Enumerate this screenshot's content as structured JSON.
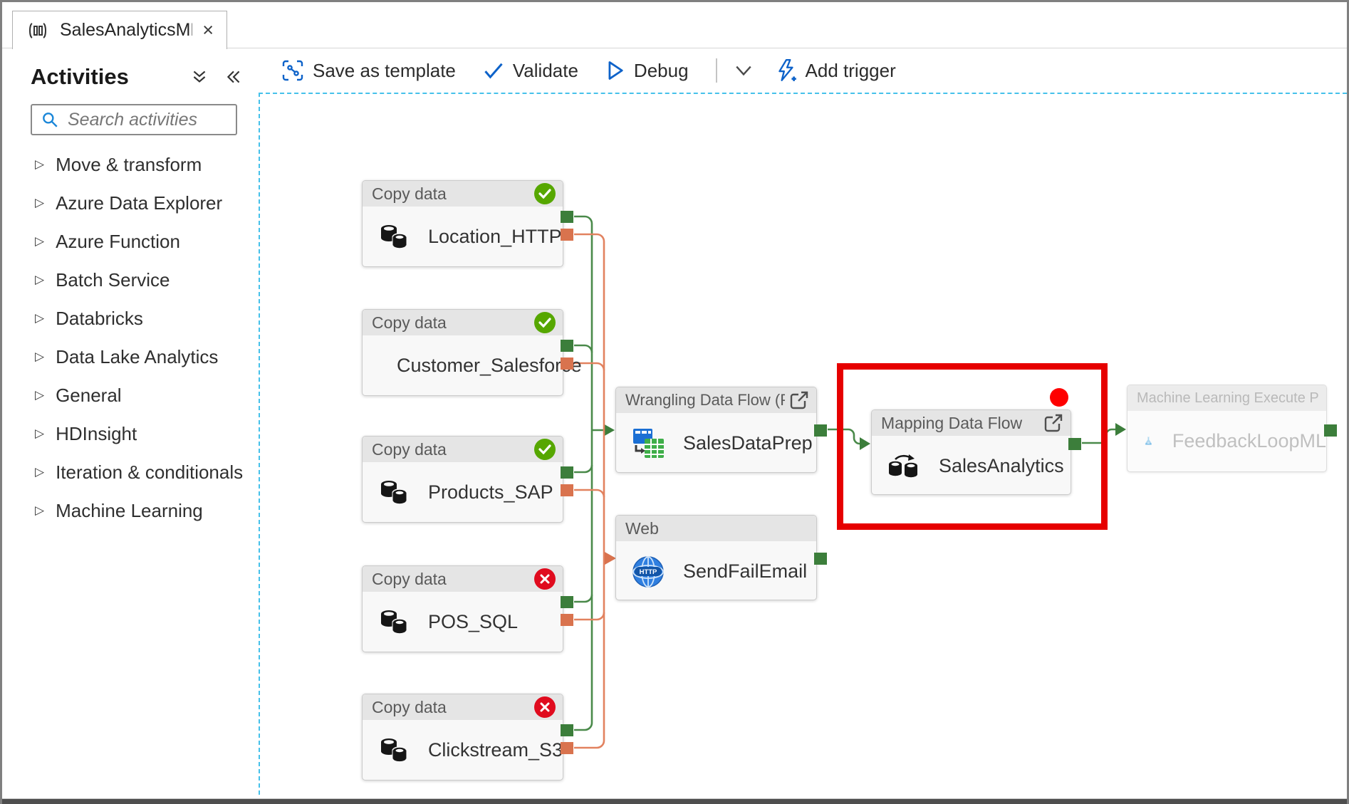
{
  "tab": {
    "title": "SalesAnalyticsMLPip...",
    "close_glyph": "×"
  },
  "sidebar": {
    "title": "Activities",
    "search_placeholder": "Search activities",
    "items": [
      {
        "label": "Move & transform"
      },
      {
        "label": "Azure Data Explorer"
      },
      {
        "label": "Azure Function"
      },
      {
        "label": "Batch Service"
      },
      {
        "label": "Databricks"
      },
      {
        "label": "Data Lake Analytics"
      },
      {
        "label": "General"
      },
      {
        "label": "HDInsight"
      },
      {
        "label": "Iteration & conditionals"
      },
      {
        "label": "Machine Learning"
      }
    ],
    "caret_glyph": "▷"
  },
  "toolbar": {
    "save_as_template": "Save as template",
    "validate": "Validate",
    "debug": "Debug",
    "add_trigger": "Add trigger"
  },
  "canvas": {
    "nodes": [
      {
        "type_label": "Copy data",
        "name": "Location_HTTP",
        "status": "succeeded",
        "icon": "copy-data"
      },
      {
        "type_label": "Copy data",
        "name": "Customer_Salesforce",
        "status": "succeeded",
        "icon": "copy-data"
      },
      {
        "type_label": "Copy data",
        "name": "Products_SAP",
        "status": "succeeded",
        "icon": "copy-data"
      },
      {
        "type_label": "Copy data",
        "name": "POS_SQL",
        "status": "failed",
        "icon": "copy-data"
      },
      {
        "type_label": "Copy data",
        "name": "Clickstream_S3",
        "status": "failed",
        "icon": "copy-data"
      },
      {
        "type_label": "Wrangling Data Flow (Preview",
        "name": "SalesDataPrep",
        "status": "none",
        "icon": "wrangling-data-flow"
      },
      {
        "type_label": "Web",
        "name": "SendFailEmail",
        "status": "none",
        "icon": "web-http-globe"
      },
      {
        "type_label": "Mapping Data Flow",
        "name": "SalesAnalytics",
        "status": "none",
        "icon": "mapping-data-flow"
      },
      {
        "type_label": "Machine Learning Execute Pipeline",
        "name": "FeedbackLoopML",
        "status": "none",
        "icon": "ml-flask"
      }
    ],
    "web_icon_text": "HTTP",
    "annotation": {
      "shape": "red-rectangle-and-dot",
      "highlights": "Mapping Data Flow node"
    }
  },
  "colors": {
    "success_status": "#56a700",
    "failure_status": "#e00b1e",
    "success_port": "#3c7e3b",
    "failure_port": "#d9734e",
    "success_wire": "#4a8a4a",
    "failure_wire": "#e2825f",
    "toolbar_icon_blue": "#0d62c9",
    "canvas_border_blue": "#45c1ea",
    "annotation_red": "#e60000"
  }
}
